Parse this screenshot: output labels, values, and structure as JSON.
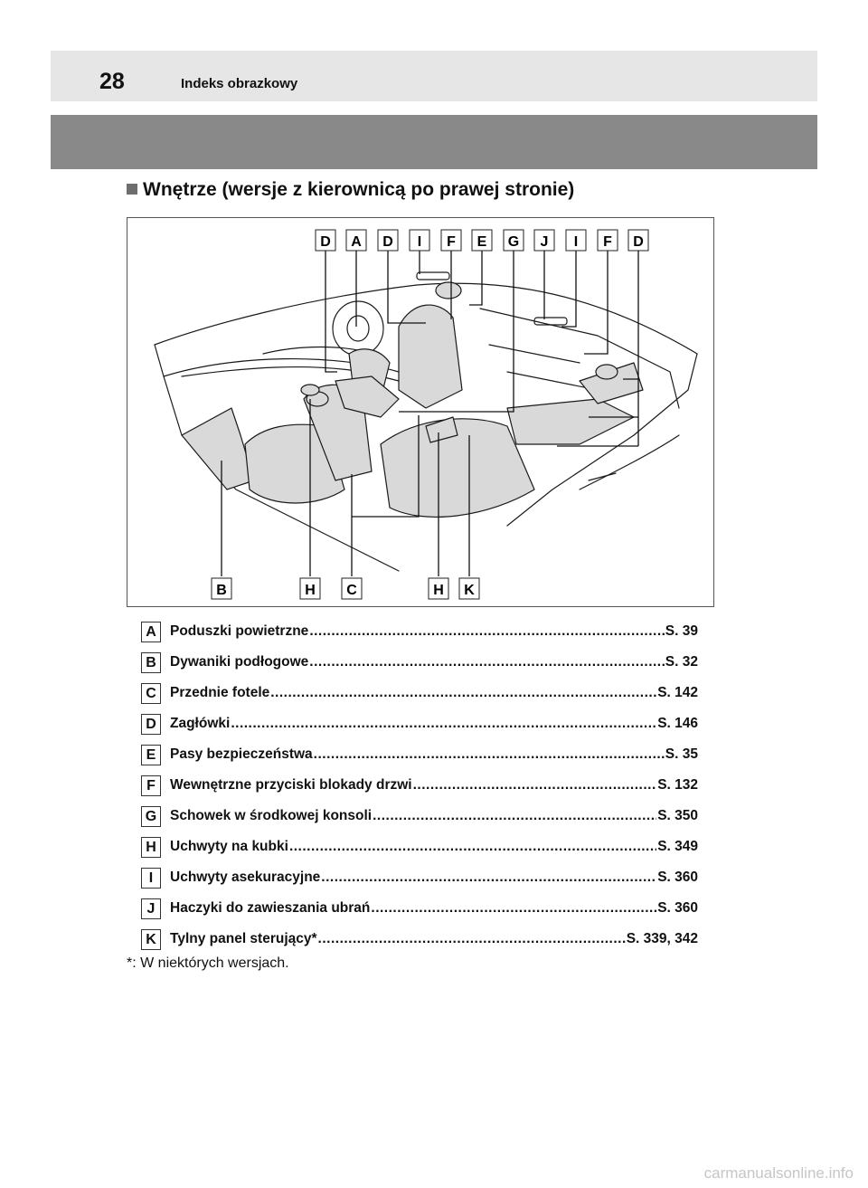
{
  "header": {
    "page_number": "28",
    "section_title": "Indeks obrazkowy"
  },
  "subheading": "Wnętrze (wersje z kierownicą po prawej stronie)",
  "figure": {
    "top_labels": [
      "D",
      "A",
      "D",
      "I",
      "F",
      "E",
      "G",
      "J",
      "I",
      "F",
      "D"
    ],
    "bottom_labels": [
      "B",
      "H",
      "C",
      "H",
      "K"
    ]
  },
  "legend": [
    {
      "letter": "A",
      "name": "Poduszki powietrzne",
      "page": "S. 39"
    },
    {
      "letter": "B",
      "name": "Dywaniki podłogowe",
      "page": "S. 32"
    },
    {
      "letter": "C",
      "name": "Przednie fotele",
      "page": "S. 142"
    },
    {
      "letter": "D",
      "name": "Zagłówki",
      "page": "S. 146"
    },
    {
      "letter": "E",
      "name": "Pasy bezpieczeństwa",
      "page": "S. 35"
    },
    {
      "letter": "F",
      "name": "Wewnętrzne przyciski blokady drzwi",
      "page": "S. 132"
    },
    {
      "letter": "G",
      "name": "Schowek w środkowej konsoli",
      "page": "S. 350"
    },
    {
      "letter": "H",
      "name": "Uchwyty na kubki",
      "page": "S. 349"
    },
    {
      "letter": "I",
      "name": "Uchwyty asekuracyjne",
      "page": "S. 360"
    },
    {
      "letter": "J",
      "name": "Haczyki do zawieszania ubrań",
      "page": "S. 360"
    },
    {
      "letter": "K",
      "name": "Tylny panel sterujący*",
      "page": "S. 339, 342"
    }
  ],
  "footnote": "*: W niektórych wersjach.",
  "watermark": "carmanualsonline.info",
  "colors": {
    "header_bar": "#e6e6e6",
    "band": "#898989",
    "highlight": "#d9d9d9"
  }
}
